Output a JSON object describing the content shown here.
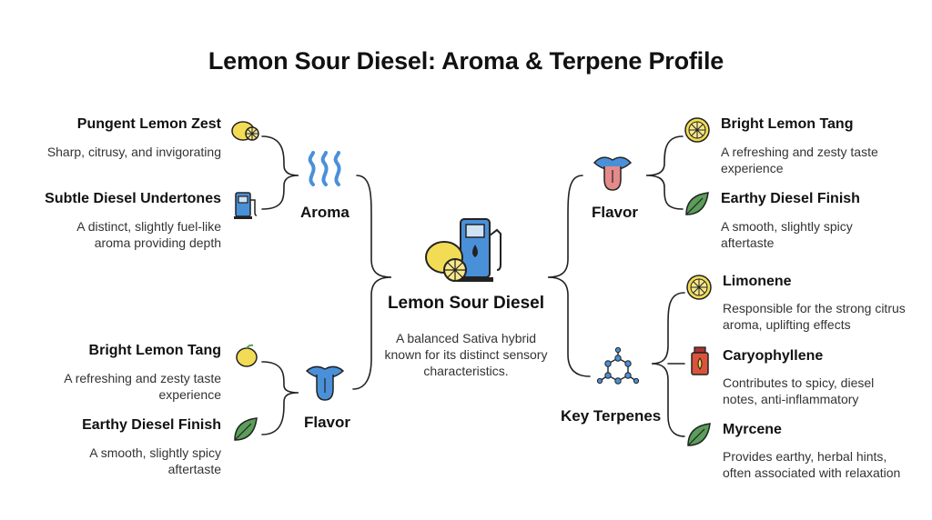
{
  "title": "Lemon Sour Diesel: Aroma & Terpene Profile",
  "center": {
    "name": "Lemon Sour Diesel",
    "description": "A balanced Sativa hybrid known for its distinct sensory characteristics."
  },
  "aroma": {
    "label": "Aroma",
    "items": [
      {
        "title": "Pungent Lemon Zest",
        "desc": "Sharp, citrusy, and invigorating"
      },
      {
        "title": "Subtle Diesel Undertones",
        "desc": "A distinct, slightly fuel-like aroma providing depth"
      }
    ]
  },
  "flavor_left": {
    "label": "Flavor",
    "items": [
      {
        "title": "Bright Lemon Tang",
        "desc": "A refreshing and zesty taste experience"
      },
      {
        "title": "Earthy Diesel Finish",
        "desc": "A smooth, slightly spicy aftertaste"
      }
    ]
  },
  "flavor_right": {
    "label": "Flavor",
    "items": [
      {
        "title": "Bright Lemon Tang",
        "desc": "A refreshing and zesty taste experience"
      },
      {
        "title": "Earthy Diesel Finish",
        "desc": "A smooth, slightly spicy aftertaste"
      }
    ]
  },
  "terpenes": {
    "label": "Key Terpenes",
    "items": [
      {
        "title": "Limonene",
        "desc": "Responsible for the strong citrus aroma, uplifting effects"
      },
      {
        "title": "Caryophyllene",
        "desc": "Contributes to spicy, diesel notes, anti-inflammatory"
      },
      {
        "title": "Myrcene",
        "desc": "Provides earthy, herbal hints, often associated with relaxation"
      }
    ]
  },
  "colors": {
    "lemon": "#f3dc55",
    "blue": "#4a90d9",
    "leaf": "#5a9e5a",
    "lip": "#e58a8a",
    "bottle": "#d9543b"
  }
}
